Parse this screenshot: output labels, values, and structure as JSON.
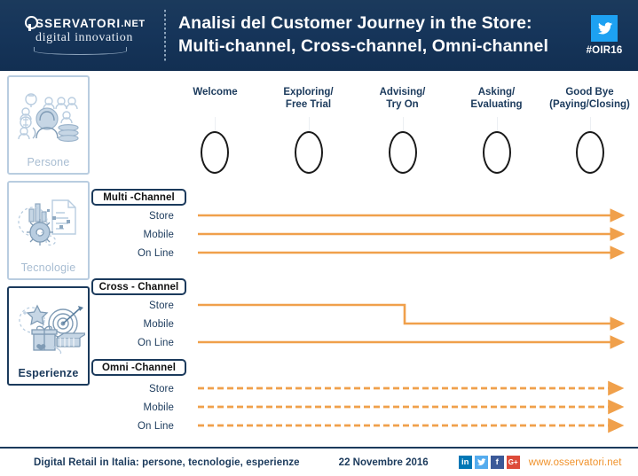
{
  "header": {
    "logo_name": "SSERVATORI",
    "logo_suffix": ".NET",
    "logo_tagline": "digital innovation",
    "title_line1": "Analisi del Customer Journey in the Store:",
    "title_line2": "Multi-channel, Cross-channel, Omni-channel",
    "twitter_icon": "twitter-icon",
    "hashtag": "#OIR16",
    "bg_color": "#16355a",
    "twitter_color": "#1da1f2"
  },
  "sidebar": {
    "cards": [
      {
        "label": "Persone",
        "icon": "people-group-icon",
        "active": false
      },
      {
        "label": "Tecnologie",
        "icon": "technology-gears-icon",
        "active": false
      },
      {
        "label": "Esperienze",
        "icon": "experience-gift-icon",
        "active": true
      }
    ],
    "inactive_color": "#a8bdd2",
    "active_color": "#1b3a5c"
  },
  "journey": {
    "stages": [
      {
        "label_line1": "Welcome",
        "label_line2": ""
      },
      {
        "label_line1": "Exploring/",
        "label_line2": "Free Trial"
      },
      {
        "label_line1": "Advising/",
        "label_line2": "Try On"
      },
      {
        "label_line1": "Asking/",
        "label_line2": "Evaluating"
      },
      {
        "label_line1": "Good Bye",
        "label_line2": "(Paying/Closing)"
      }
    ],
    "stage_shape": "oval-outline"
  },
  "channels": [
    {
      "name": "Multi -Channel",
      "rows": [
        "Store",
        "Mobile",
        "On Line"
      ],
      "line_style": "solid",
      "arrows": [
        {
          "row": "Store",
          "type": "straight"
        },
        {
          "row": "Mobile",
          "type": "straight"
        },
        {
          "row": "On Line",
          "type": "straight"
        }
      ]
    },
    {
      "name": "Cross - Channel",
      "rows": [
        "Store",
        "Mobile",
        "On Line"
      ],
      "line_style": "solid",
      "arrows": [
        {
          "row": "Store",
          "type": "step-down-to-mobile"
        },
        {
          "row": "Mobile",
          "type": "continues-from-store"
        },
        {
          "row": "On Line",
          "type": "straight"
        }
      ]
    },
    {
      "name": "Omni -Channel",
      "rows": [
        "Store",
        "Mobile",
        "On Line"
      ],
      "line_style": "dashed",
      "arrows": [
        {
          "row": "Store",
          "type": "straight"
        },
        {
          "row": "Mobile",
          "type": "straight"
        },
        {
          "row": "On Line",
          "type": "straight"
        }
      ]
    }
  ],
  "colors": {
    "arrow": "#f0a04b",
    "navy": "#1b3a5c",
    "orange_text": "#f0922b"
  },
  "footer": {
    "text": "Digital Retail in Italia: persone, tecnologie, esperienze",
    "date": "22 Novembre 2016",
    "social": [
      {
        "name": "linkedin-icon",
        "glyph": "in",
        "color": "#0077b5"
      },
      {
        "name": "twitter-icon",
        "glyph": "",
        "color": "#55acee"
      },
      {
        "name": "facebook-icon",
        "glyph": "f",
        "color": "#3b5998"
      },
      {
        "name": "googleplus-icon",
        "glyph": "G+",
        "color": "#dd4b39"
      }
    ],
    "url": "www.osservatori.net"
  }
}
